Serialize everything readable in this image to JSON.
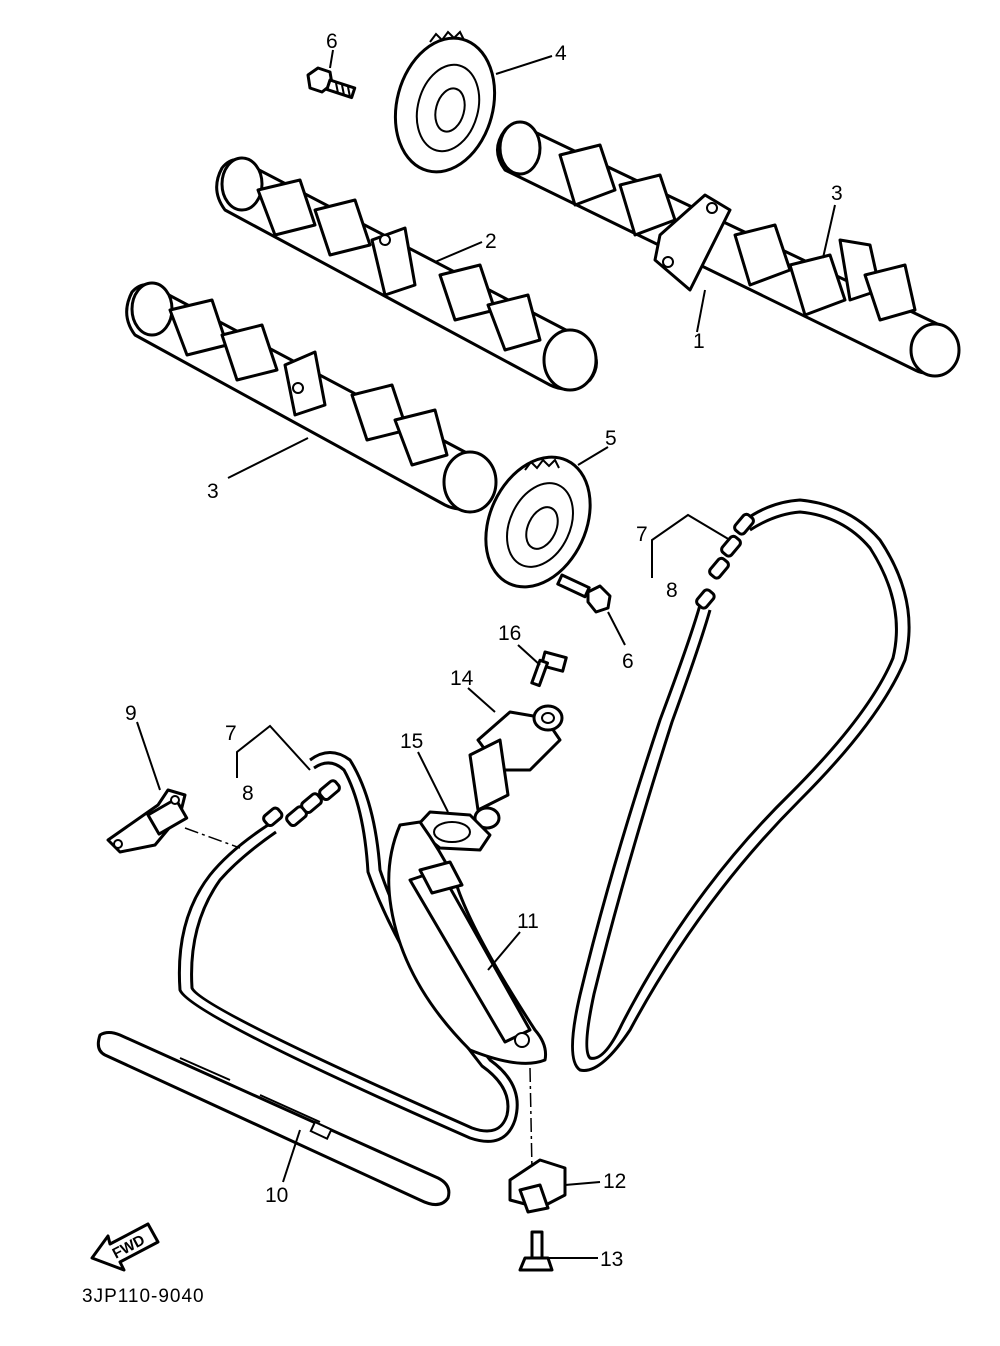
{
  "diagram_code": "3JP110-9040",
  "fwd_label": "FWD",
  "callouts": {
    "c1": "1",
    "c2": "2",
    "c3a": "3",
    "c3b": "3",
    "c4": "4",
    "c5": "5",
    "c6a": "6",
    "c6b": "6",
    "c7a": "7",
    "c7b": "7",
    "c8a": "8",
    "c8b": "8",
    "c9": "9",
    "c10": "10",
    "c11": "11",
    "c12": "12",
    "c13": "13",
    "c14": "14",
    "c15": "15",
    "c16": "16"
  }
}
